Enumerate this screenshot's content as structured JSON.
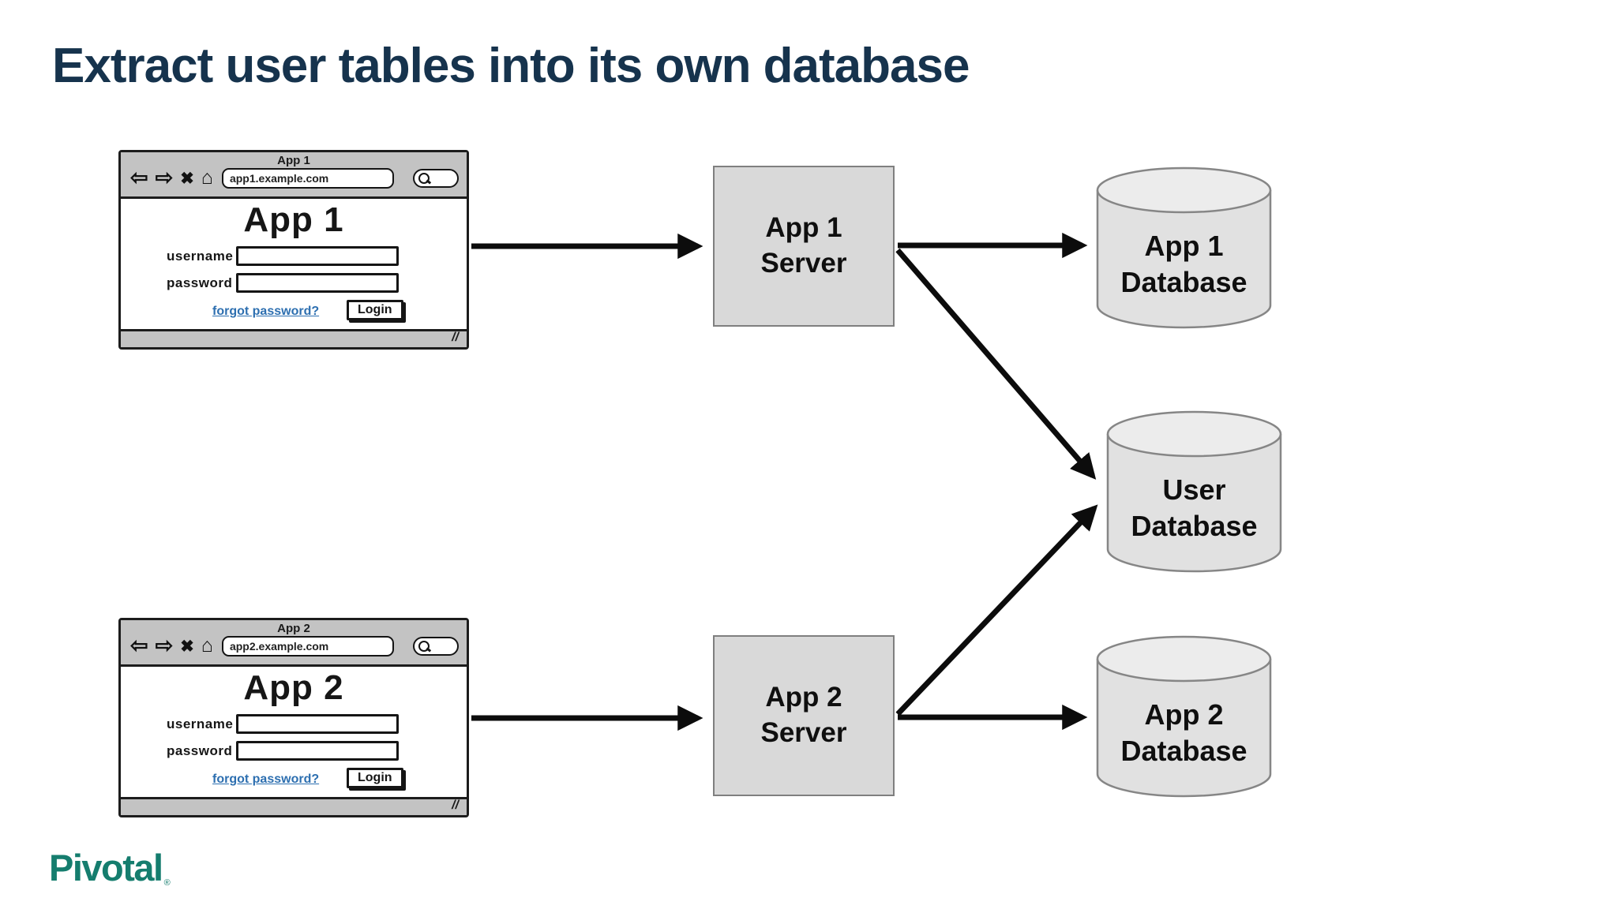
{
  "title": "Extract user tables into its own database",
  "logo": {
    "text": "Pivotal",
    "registered_mark": "®"
  },
  "icons": {
    "back": "⇦",
    "forward": "⇨",
    "close": "✖",
    "home": "⌂",
    "resize": "//"
  },
  "browser_windows": [
    {
      "window_title": "App 1",
      "url": "app1.example.com",
      "heading": "App 1",
      "username_label": "username",
      "password_label": "password",
      "username_value": "",
      "password_value": "",
      "forgot_password_link": "forgot password?",
      "login_button": "Login"
    },
    {
      "window_title": "App 2",
      "url": "app2.example.com",
      "heading": "App 2",
      "username_label": "username",
      "password_label": "password",
      "username_value": "",
      "password_value": "",
      "forgot_password_link": "forgot password?",
      "login_button": "Login"
    }
  ],
  "servers": [
    {
      "label": "App 1 Server",
      "line1": "App 1",
      "line2": "Server"
    },
    {
      "label": "App 2 Server",
      "line1": "App 2",
      "line2": "Server"
    }
  ],
  "databases": [
    {
      "label": "App 1 Database",
      "line1": "App 1",
      "line2": "Database"
    },
    {
      "label": "User Database",
      "line1": "User",
      "line2": "Database"
    },
    {
      "label": "App 2 Database",
      "line1": "App 2",
      "line2": "Database"
    }
  ],
  "edges": [
    {
      "from": "app1-browser",
      "to": "app1-server"
    },
    {
      "from": "app1-server",
      "to": "app1-database"
    },
    {
      "from": "app1-server",
      "to": "user-database"
    },
    {
      "from": "app2-browser",
      "to": "app2-server"
    },
    {
      "from": "app2-server",
      "to": "app2-database"
    },
    {
      "from": "app2-server",
      "to": "user-database"
    }
  ],
  "colors": {
    "title": "#16334d",
    "logo_teal": "#157d6e",
    "server_fill": "#d9d9d9",
    "server_border": "#7f7f7f",
    "cylinder_fill": "#e1e1e1",
    "cylinder_top_fill": "#ececec",
    "toolbar_gray": "#c3c3c3",
    "link_blue": "#2d6fb0",
    "arrow": "#0c0c0c",
    "background": "#ffffff"
  }
}
